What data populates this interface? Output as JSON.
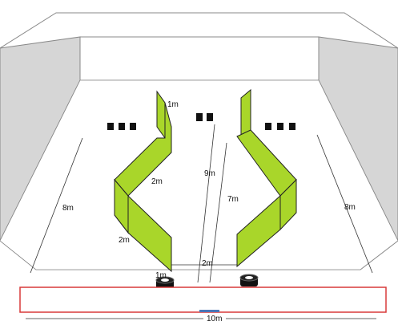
{
  "labels": {
    "top_panel_left": "1m",
    "panel_middle_left": "2m",
    "panel_lower_left": "2m",
    "bottom_gap_left": "1m",
    "center_gap": "2m",
    "center_long": "9m",
    "center_short": "7m",
    "left_side": "8m",
    "right_side": "8m",
    "bottom_width": "10m"
  },
  "colors": {
    "wall_face": "#d6d6d6",
    "wall_top": "#ffffff",
    "floor": "#ffffff",
    "panel": "#a9d62a",
    "panel_stroke": "#222222",
    "marker": "#111111",
    "start_zone": "#d93a3a",
    "start_marker": "#4a76b8"
  },
  "icons": {
    "bleacher_blocks": "square-block",
    "tires": "tire-icon"
  }
}
